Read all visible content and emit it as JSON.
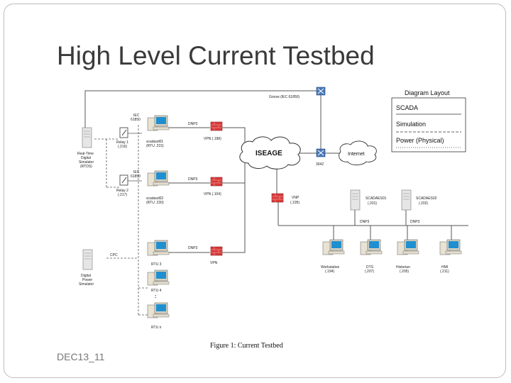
{
  "slide": {
    "title": "High Level Current Testbed",
    "footer": "DEC13_11"
  },
  "legend": {
    "title": "Diagram Layout",
    "items": [
      "SCADA",
      "Simulation",
      "Power (Physical)"
    ]
  },
  "caption": "Figure 1: Current Testbed",
  "nodes": {
    "rtds": [
      "Real-Time",
      "Digital",
      "Simulator",
      "(RTDS)"
    ],
    "dps": [
      "Digital",
      "Power",
      "Simulator"
    ],
    "relay1": [
      "Relay 1",
      "(.216)"
    ],
    "relay2": [
      "Relay 2",
      "(.217)"
    ],
    "iec1": [
      "IEC",
      "61850"
    ],
    "iec2": [
      "IEC",
      "61850"
    ],
    "scadasd1": [
      "scadasd01",
      "(RTU .215)"
    ],
    "scadasd2": [
      "scadasd02",
      "(RTU .230)"
    ],
    "rtu3": "RTU 3",
    "rtu4": "RTU 4",
    "rtun": "RTU n",
    "dnp1": "DNP3",
    "dnp2": "DNP3",
    "dnp3": "DNP3",
    "dnp_cc1": "DNP3",
    "dnp_cc2": "DNP3",
    "vpn1": "VPN (.198)",
    "vpn2": "VPN (.104)",
    "vpn3": "VPN",
    "goose": "Goose (IEC 61850)",
    "iseage": "ISEAGE",
    "internet": "Internet",
    "port": "3042",
    "vnp": [
      "VNP",
      "(.195)"
    ],
    "scadaes01": [
      "SCADAES01",
      "(.201)"
    ],
    "scadaes02": [
      "SCADAES02",
      "(.202)"
    ],
    "workstation": [
      "Workstation",
      "(.194)"
    ],
    "dts": [
      "DTS",
      "(.207)"
    ],
    "historian": [
      "Historian",
      "(.205)"
    ],
    "hmi": [
      "HMI",
      "(.211)"
    ],
    "cpc": "CPC"
  },
  "colors": {
    "firewall": "#d93a3a",
    "monitor": "#1f8fd0",
    "line": "#555555"
  }
}
